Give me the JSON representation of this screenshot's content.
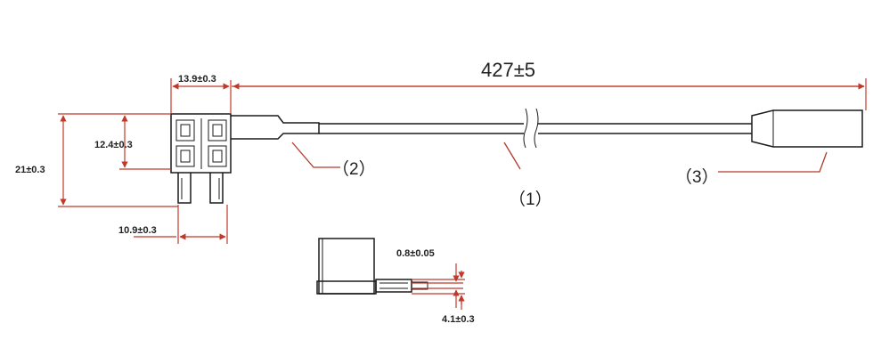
{
  "dimensions": {
    "total_length": "427±5",
    "width_top": "13.9±0.3",
    "blade_span": "12.4±0.3",
    "body_height": "21±0.3",
    "leg_width": "10.9±0.3",
    "blade_thickness": "0.8±0.05",
    "side_height": "4.1±0.3"
  },
  "callouts": {
    "wire": "（1）",
    "fuse_holder": "（2）",
    "terminal": "（3）"
  },
  "colors": {
    "dimension": "#c0392b",
    "outline": "#1a1a1a",
    "background": "#ffffff"
  }
}
